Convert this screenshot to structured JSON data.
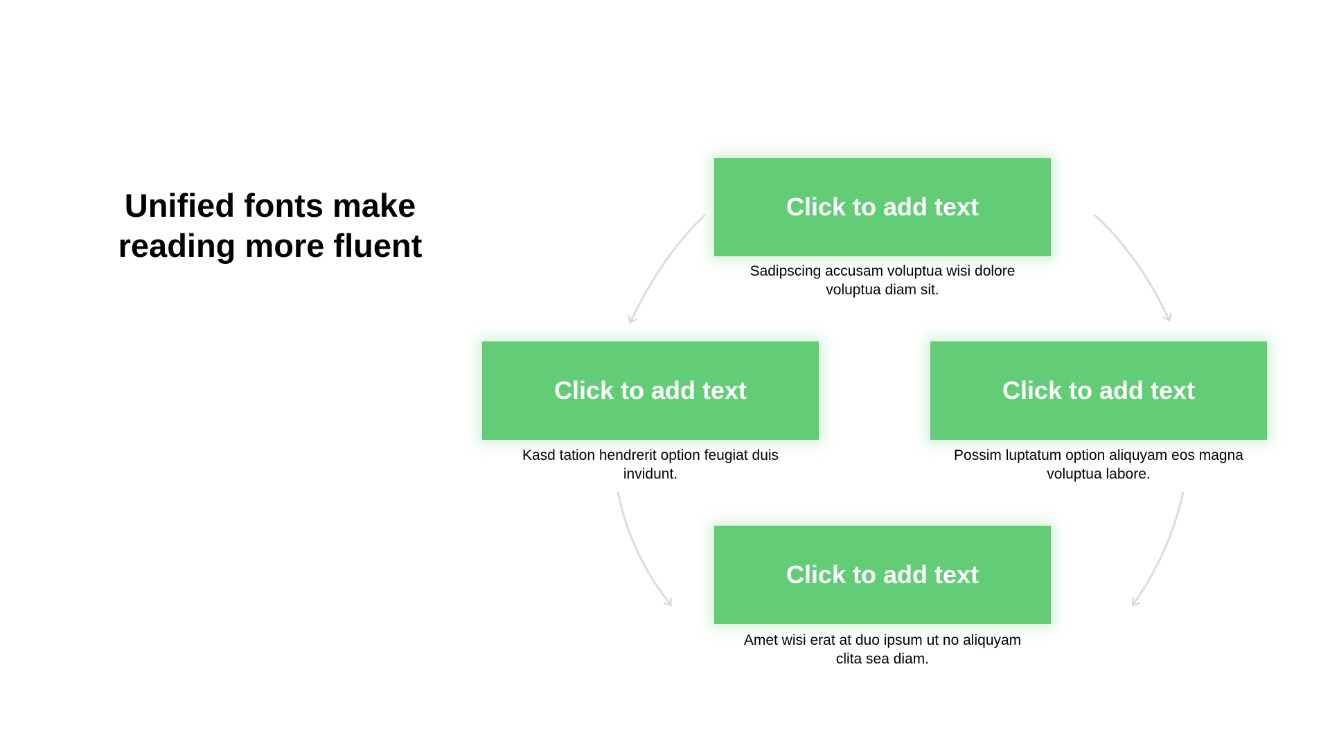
{
  "title": {
    "line1": "Unified fonts make",
    "line2": "reading more fluent"
  },
  "nodes": [
    {
      "label": "Click to add text",
      "desc_line1": "Sadipscing accusam voluptua wisi dolore",
      "desc_line2": "voluptua diam sit."
    },
    {
      "label": "Click to add text",
      "desc_line1": "Kasd tation hendrerit option feugiat duis",
      "desc_line2": "invidunt."
    },
    {
      "label": "Click to add text",
      "desc_line1": "Possim luptatum option aliquyam eos magna",
      "desc_line2": "voluptua labore."
    },
    {
      "label": "Click to add text",
      "desc_line1": "Amet wisi erat at duo ipsum ut no aliquyam",
      "desc_line2": "clita sea diam."
    }
  ],
  "colors": {
    "box": "#63cc77",
    "box_text": "#ffffff",
    "arrow": "#d9d9d9",
    "text": "#000000"
  },
  "icons": {
    "connector": "curved-arrow-icon"
  }
}
